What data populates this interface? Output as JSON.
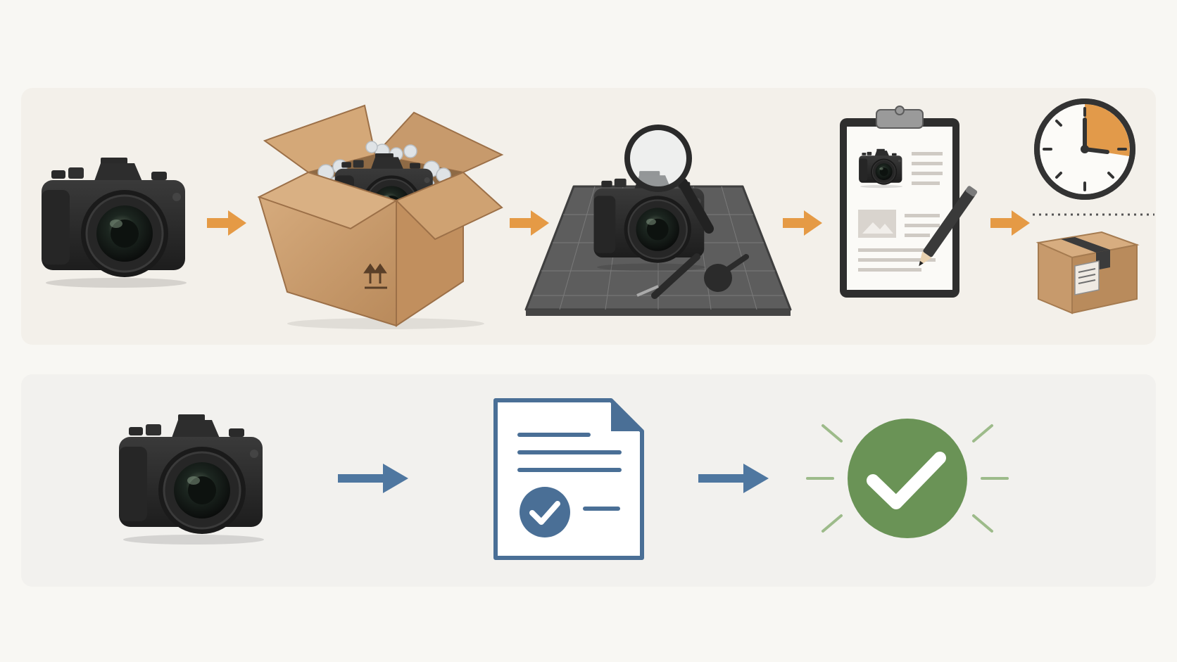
{
  "colors": {
    "page_background": "#f8f7f3",
    "top_panel": "#f3f0ea",
    "bottom_panel": "#f2f1ee",
    "orange_arrow": "#e59a45",
    "blue_arrow": "#4f77a0",
    "document_blue": "#4a6f96",
    "success_green": "#6a9356",
    "cardboard": "#c79a6c",
    "camera_body": "#2b2b2b"
  },
  "diagram": {
    "top_row": {
      "steps": [
        {
          "id": "camera",
          "icon": "camera-icon"
        },
        {
          "id": "packed-box",
          "icon": "open-box-with-camera-icon"
        },
        {
          "id": "inspection",
          "icon": "inspection-mat-icon"
        },
        {
          "id": "report",
          "icon": "clipboard-report-icon"
        },
        {
          "id": "timed-dispatch",
          "icon": "clock-and-package-icon"
        }
      ],
      "connector": "orange-arrow-icon"
    },
    "bottom_row": {
      "steps": [
        {
          "id": "camera",
          "icon": "camera-icon"
        },
        {
          "id": "verified-document",
          "icon": "document-check-icon"
        },
        {
          "id": "approved",
          "icon": "green-check-circle-icon"
        }
      ],
      "connector": "blue-arrow-icon"
    }
  }
}
